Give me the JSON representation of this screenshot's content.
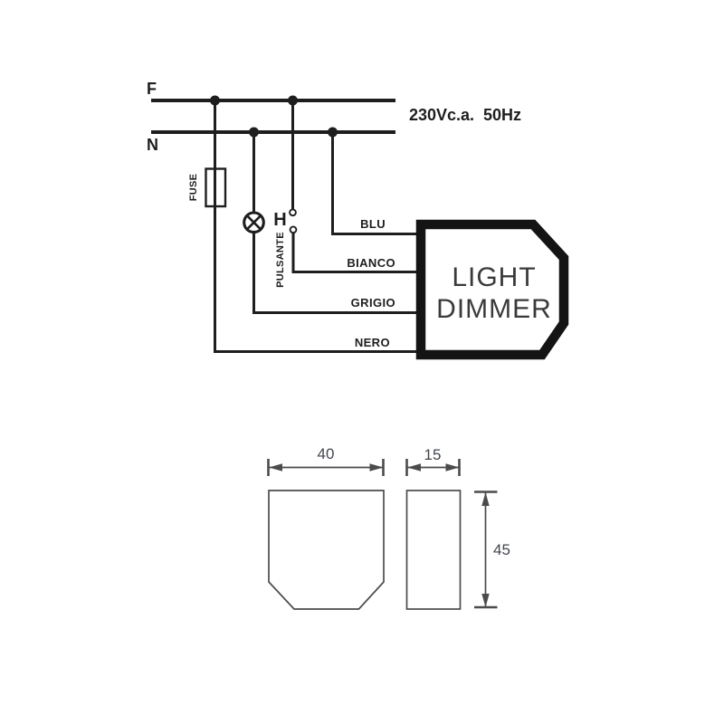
{
  "colors": {
    "background": "#ffffff",
    "schematic_ink": "#1e1e1e",
    "dimmer_border": "#141414",
    "dimmer_text": "#3a3a3a",
    "drawing_ink": "#4b4b4b",
    "dimension_text": "#42464d"
  },
  "schematic": {
    "phase_label": "F",
    "neutral_label": "N",
    "supply_label": "230Vc.a.  50Hz",
    "fuse_label": "FUSE",
    "pushbutton_label": "PULSANTE",
    "pushbutton_actuator_symbol": "H",
    "wires": {
      "blu": "BLU",
      "bianco": "BIANCO",
      "grigio": "GRIGIO",
      "nero": "NERO"
    },
    "dimmer": {
      "line1": "LIGHT",
      "line2": "DIMMER"
    }
  },
  "dimension_drawing": {
    "front_width_mm": "40",
    "side_width_mm": "15",
    "height_mm": "45"
  }
}
